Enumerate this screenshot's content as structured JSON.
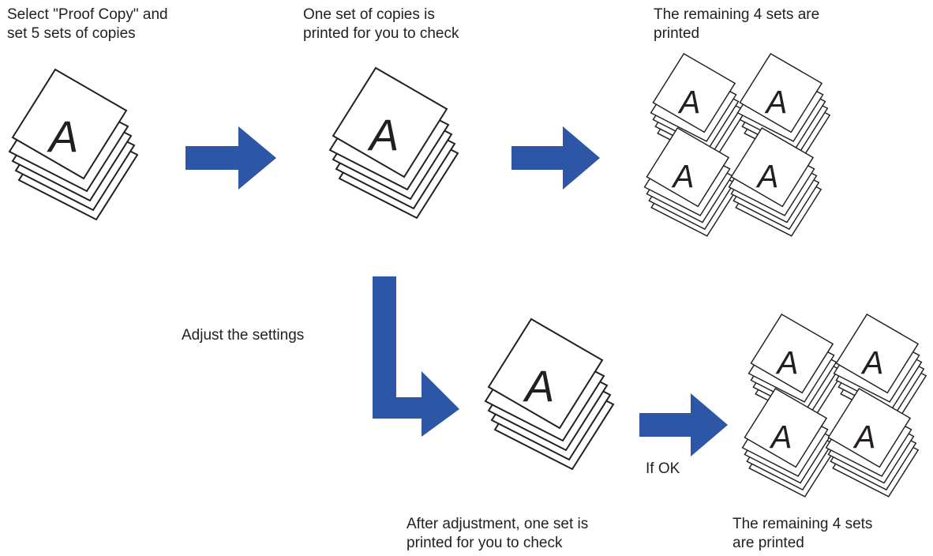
{
  "steps": {
    "step1": {
      "line1": "Select \"Proof Copy\" and",
      "line2": "set 5 sets of copies"
    },
    "step2": {
      "line1": "One set of copies is",
      "line2": "printed for you to check"
    },
    "step3": {
      "line1": "The remaining 4 sets are",
      "line2": "printed"
    },
    "adjust": "Adjust the settings",
    "if_ok": "If OK",
    "step4": {
      "line1": "After adjustment, one set is",
      "line2": "printed for you to check"
    },
    "step5": {
      "line1": "The remaining 4 sets",
      "line2": "are printed"
    }
  },
  "page_letter": "A",
  "colors": {
    "arrow": "#2e56a7",
    "outline": "#231f20",
    "paper": "#ffffff"
  }
}
